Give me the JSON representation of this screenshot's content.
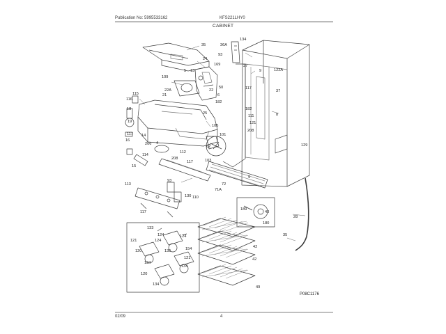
{
  "header": {
    "publication": "Publication No: 5995533162",
    "model": "KFS221LHY0",
    "section_title": "CABINET"
  },
  "footer": {
    "date": "02/09",
    "page": "4"
  },
  "figure": {
    "code": "P08C1176",
    "callouts": [
      {
        "id": "c1",
        "text": "35"
      },
      {
        "id": "c2",
        "text": "134"
      },
      {
        "id": "c3",
        "text": "36A"
      },
      {
        "id": "c4",
        "text": "24"
      },
      {
        "id": "c5",
        "text": "93"
      },
      {
        "id": "c6",
        "text": "169"
      },
      {
        "id": "c7",
        "text": "37"
      },
      {
        "id": "c8",
        "text": "5"
      },
      {
        "id": "c9",
        "text": "13"
      },
      {
        "id": "c10",
        "text": "9"
      },
      {
        "id": "c11",
        "text": "122A"
      },
      {
        "id": "c12",
        "text": "109"
      },
      {
        "id": "c13",
        "text": "50"
      },
      {
        "id": "c14",
        "text": "117"
      },
      {
        "id": "c15",
        "text": "37"
      },
      {
        "id": "c16",
        "text": "22A"
      },
      {
        "id": "c17",
        "text": "22"
      },
      {
        "id": "c18",
        "text": "6"
      },
      {
        "id": "c19",
        "text": "115"
      },
      {
        "id": "c20",
        "text": "21"
      },
      {
        "id": "c21",
        "text": "182"
      },
      {
        "id": "c22",
        "text": "116"
      },
      {
        "id": "c23",
        "text": "182"
      },
      {
        "id": "c24",
        "text": "8"
      },
      {
        "id": "c25",
        "text": "18"
      },
      {
        "id": "c26",
        "text": "25"
      },
      {
        "id": "c27",
        "text": "111"
      },
      {
        "id": "c28",
        "text": "121"
      },
      {
        "id": "c29",
        "text": "19"
      },
      {
        "id": "c30",
        "text": "105"
      },
      {
        "id": "c31",
        "text": "208"
      },
      {
        "id": "c32",
        "text": "117"
      },
      {
        "id": "c33",
        "text": "14"
      },
      {
        "id": "c34",
        "text": "101"
      },
      {
        "id": "c35",
        "text": "16"
      },
      {
        "id": "c36",
        "text": "206"
      },
      {
        "id": "c37",
        "text": "4"
      },
      {
        "id": "c38",
        "text": "129"
      },
      {
        "id": "c39",
        "text": "114"
      },
      {
        "id": "c40",
        "text": "62"
      },
      {
        "id": "c41",
        "text": "112"
      },
      {
        "id": "c42",
        "text": "208"
      },
      {
        "id": "c43",
        "text": "117"
      },
      {
        "id": "c44",
        "text": "103"
      },
      {
        "id": "c45",
        "text": "15"
      },
      {
        "id": "c46",
        "text": "9"
      },
      {
        "id": "c47",
        "text": "93"
      },
      {
        "id": "c48",
        "text": "72"
      },
      {
        "id": "c49",
        "text": "113"
      },
      {
        "id": "c50",
        "text": "71A"
      },
      {
        "id": "c51",
        "text": "130"
      },
      {
        "id": "c52",
        "text": "110"
      },
      {
        "id": "c53",
        "text": "117"
      },
      {
        "id": "c54",
        "text": "189"
      },
      {
        "id": "c55",
        "text": "43"
      },
      {
        "id": "c56",
        "text": "28"
      },
      {
        "id": "c57",
        "text": "180"
      },
      {
        "id": "c58",
        "text": "35"
      },
      {
        "id": "c59",
        "text": "133"
      },
      {
        "id": "c60",
        "text": "124"
      },
      {
        "id": "c61",
        "text": "121"
      },
      {
        "id": "c62",
        "text": "124"
      },
      {
        "id": "c63",
        "text": "42"
      },
      {
        "id": "c64",
        "text": "154"
      },
      {
        "id": "c65",
        "text": "124"
      },
      {
        "id": "c66",
        "text": "135"
      },
      {
        "id": "c67",
        "text": "120"
      },
      {
        "id": "c68",
        "text": "42"
      },
      {
        "id": "c69",
        "text": "134"
      },
      {
        "id": "c70",
        "text": "121"
      },
      {
        "id": "c71",
        "text": "120"
      },
      {
        "id": "c72",
        "text": "134"
      },
      {
        "id": "c73",
        "text": "134"
      },
      {
        "id": "c74",
        "text": "49"
      }
    ]
  }
}
